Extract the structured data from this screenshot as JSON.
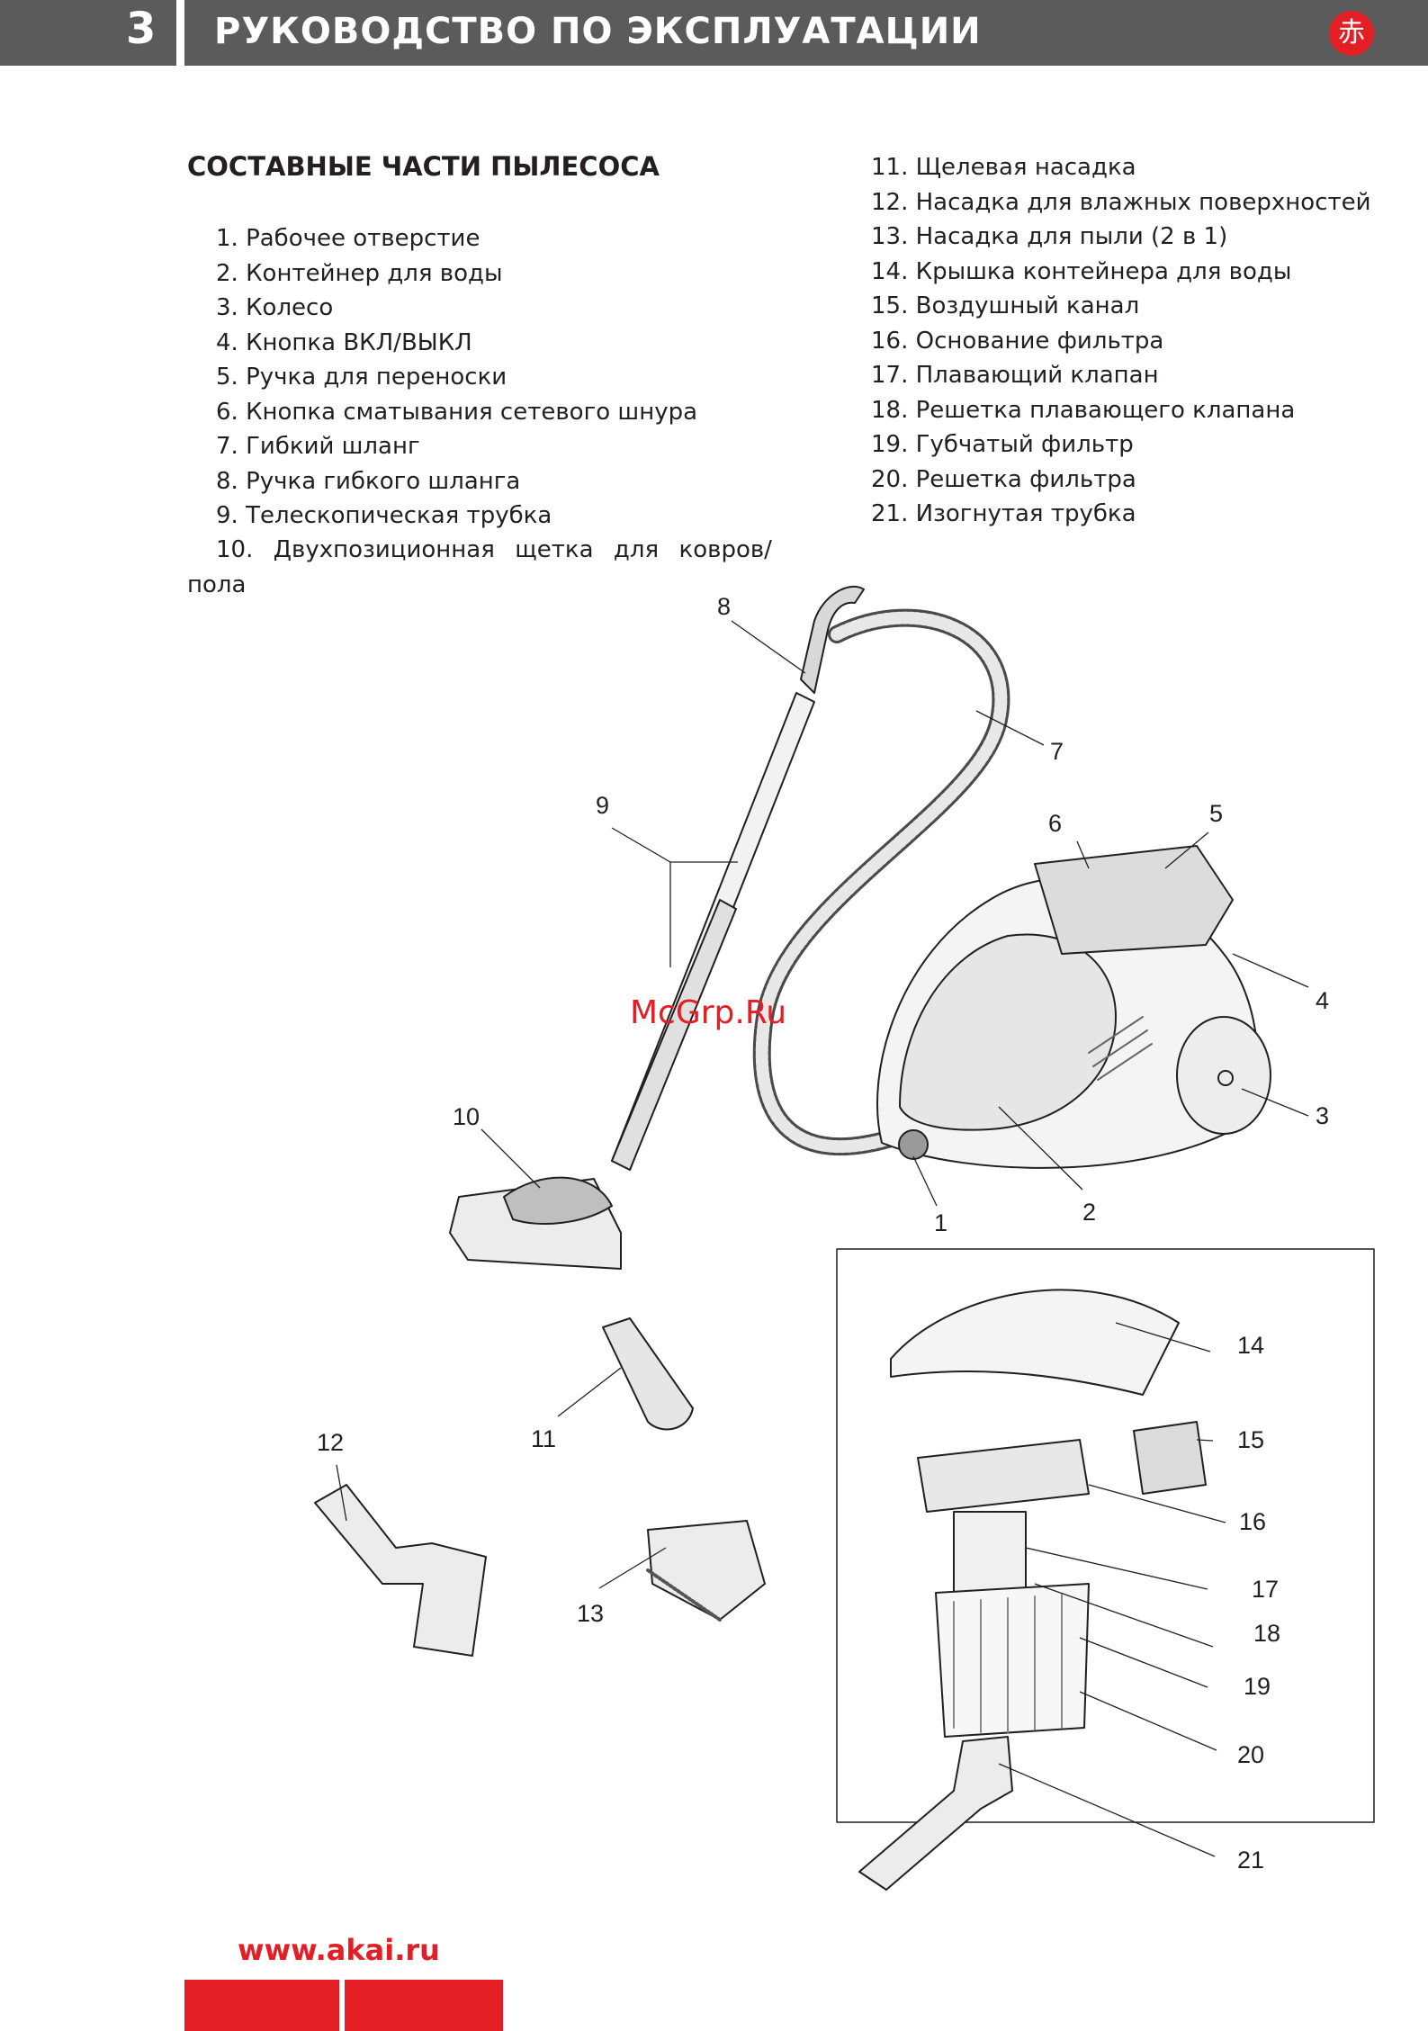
{
  "header": {
    "page_number": "3",
    "title": "РУКОВОДСТВО ПО ЭКСПЛУАТАЦИИ",
    "logo_glyph": "赤"
  },
  "section": {
    "title": "СОСТАВНЫЕ ЧАСТИ ПЫЛЕСОСА"
  },
  "parts_left": [
    "1. Рабочее отверстие",
    "2. Контейнер для воды",
    "3. Колесо",
    "4. Кнопка ВКЛ/ВЫКЛ",
    "5. Ручка для переноски",
    "6. Кнопка сматывания сетевого шнура",
    "7. Гибкий шланг",
    "8. Ручка гибкого шланга",
    "9. Телескопическая трубка"
  ],
  "part10": {
    "words": [
      "10.",
      "Двухпозиционная",
      "щетка",
      "для",
      "ковров/"
    ],
    "continuation": "пола"
  },
  "parts_right": [
    "11. Щелевая насадка",
    "12. Насадка для влажных поверхностей",
    "13. Насадка для пыли (2 в 1)",
    "14. Крышка контейнера для воды",
    "15. Воздушный канал",
    "16. Основание фильтра",
    "17. Плавающий клапан",
    "18. Решетка плавающего клапана",
    "19. Губчатый фильтр",
    "20. Решетка фильтра",
    "21. Изогнутая трубка"
  ],
  "diagram_callouts": [
    "1",
    "2",
    "3",
    "4",
    "5",
    "6",
    "7",
    "8",
    "9",
    "10",
    "11",
    "12",
    "13",
    "14",
    "15",
    "16",
    "17",
    "18",
    "19",
    "20",
    "21"
  ],
  "watermark": "McGrp.Ru",
  "footer": {
    "website": "www.akai.ru"
  },
  "colors": {
    "accent_red": "#e31e24",
    "header_gray": "#5b5b5c",
    "text": "#231f20"
  }
}
